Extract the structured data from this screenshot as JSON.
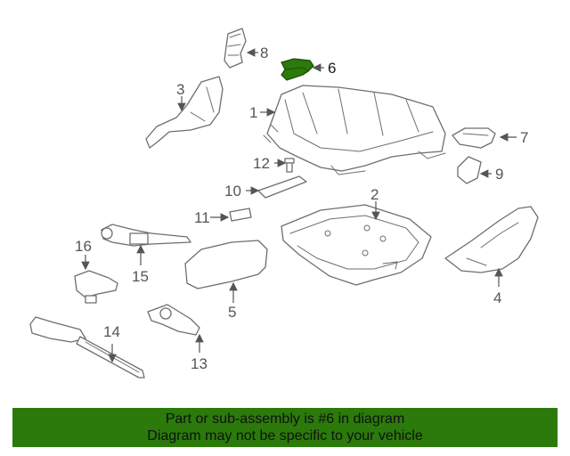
{
  "highlight_color": "#2b7a0b",
  "highlighted_part": "6",
  "callouts": [
    {
      "id": "p1",
      "label": "1"
    },
    {
      "id": "p2",
      "label": "2"
    },
    {
      "id": "p3",
      "label": "3"
    },
    {
      "id": "p4",
      "label": "4"
    },
    {
      "id": "p5",
      "label": "5"
    },
    {
      "id": "p6",
      "label": "6"
    },
    {
      "id": "p7",
      "label": "7"
    },
    {
      "id": "p8",
      "label": "8"
    },
    {
      "id": "p9",
      "label": "9"
    },
    {
      "id": "p10",
      "label": "10"
    },
    {
      "id": "p11",
      "label": "11"
    },
    {
      "id": "p12",
      "label": "12"
    },
    {
      "id": "p13",
      "label": "13"
    },
    {
      "id": "p14",
      "label": "14"
    },
    {
      "id": "p15",
      "label": "15"
    },
    {
      "id": "p16",
      "label": "16"
    }
  ],
  "banner": {
    "line1": "Part or sub-assembly is #6 in diagram",
    "line2": "Diagram may not be specific to your vehicle"
  }
}
